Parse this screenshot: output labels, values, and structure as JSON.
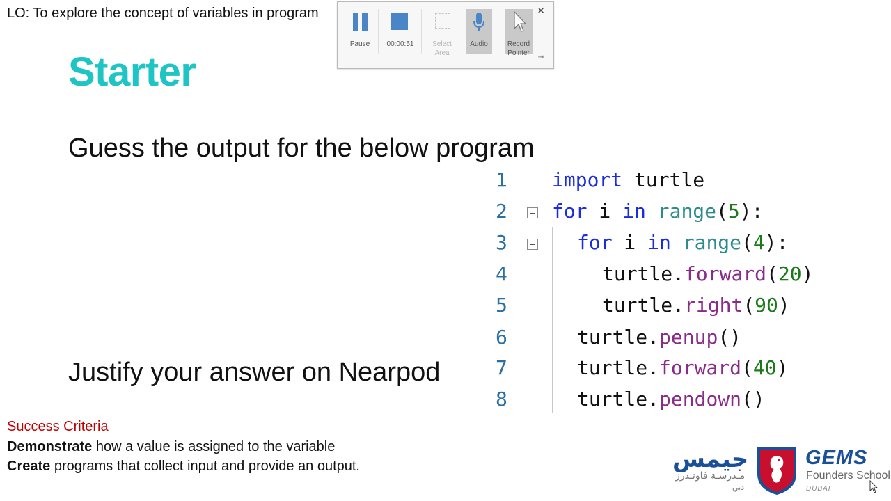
{
  "slide": {
    "lo": "LO: To explore the concept of variables in program",
    "title": "Starter",
    "guess_text": "Guess the output for the below program",
    "justify_text": "Justify your answer on Nearpod"
  },
  "recorder": {
    "pause_label": "Pause",
    "timer": "00:00:51",
    "select_area_label_1": "Select",
    "select_area_label_2": "Area",
    "audio_label": "Audio",
    "record_pointer_label_1": "Record",
    "record_pointer_label_2": "Pointer"
  },
  "code": {
    "lines": [
      {
        "n": "1",
        "parts": [
          {
            "t": "import",
            "c": "kw"
          },
          {
            "t": " turtle",
            "c": "plain"
          }
        ]
      },
      {
        "n": "2",
        "parts": [
          {
            "t": "for",
            "c": "kw"
          },
          {
            "t": " i ",
            "c": "plain"
          },
          {
            "t": "in",
            "c": "kw"
          },
          {
            "t": " ",
            "c": "plain"
          },
          {
            "t": "range",
            "c": "fn"
          },
          {
            "t": "(",
            "c": "plain"
          },
          {
            "t": "5",
            "c": "num"
          },
          {
            "t": "):",
            "c": "plain"
          }
        ]
      },
      {
        "n": "3",
        "parts": [
          {
            "t": "for",
            "c": "kw"
          },
          {
            "t": " i ",
            "c": "plain"
          },
          {
            "t": "in",
            "c": "kw"
          },
          {
            "t": " ",
            "c": "plain"
          },
          {
            "t": "range",
            "c": "fn"
          },
          {
            "t": "(",
            "c": "plain"
          },
          {
            "t": "4",
            "c": "num"
          },
          {
            "t": "):",
            "c": "plain"
          }
        ]
      },
      {
        "n": "4",
        "parts": [
          {
            "t": "turtle.",
            "c": "plain"
          },
          {
            "t": "forward",
            "c": "meth"
          },
          {
            "t": "(",
            "c": "plain"
          },
          {
            "t": "20",
            "c": "num"
          },
          {
            "t": ")",
            "c": "plain"
          }
        ]
      },
      {
        "n": "5",
        "parts": [
          {
            "t": "turtle.",
            "c": "plain"
          },
          {
            "t": "right",
            "c": "meth"
          },
          {
            "t": "(",
            "c": "plain"
          },
          {
            "t": "90",
            "c": "num"
          },
          {
            "t": ")",
            "c": "plain"
          }
        ]
      },
      {
        "n": "6",
        "parts": [
          {
            "t": "turtle.",
            "c": "plain"
          },
          {
            "t": "penup",
            "c": "meth"
          },
          {
            "t": "()",
            "c": "plain"
          }
        ]
      },
      {
        "n": "7",
        "parts": [
          {
            "t": "turtle.",
            "c": "plain"
          },
          {
            "t": "forward",
            "c": "meth"
          },
          {
            "t": "(",
            "c": "plain"
          },
          {
            "t": "40",
            "c": "num"
          },
          {
            "t": ")",
            "c": "plain"
          }
        ]
      },
      {
        "n": "8",
        "parts": [
          {
            "t": "turtle.",
            "c": "plain"
          },
          {
            "t": "pendown",
            "c": "meth"
          },
          {
            "t": "()",
            "c": "plain"
          }
        ]
      }
    ]
  },
  "success_criteria": {
    "heading": "Success Criteria",
    "item1_bold": "Demonstrate",
    "item1_rest": " how a value is assigned to the variable",
    "item2_bold": "Create",
    "item2_rest": " programs that collect input and provide an output."
  },
  "logo": {
    "arabic_name": "جيمس",
    "arabic_sub": "مـدرسـة فاونـدرز",
    "arabic_city": "دبي",
    "brand": "GEMS",
    "school": "Founders School",
    "city": "DUBAI"
  },
  "colors": {
    "title": "#1fc4c4",
    "criteria_heading": "#c00000",
    "brand_blue": "#1a4f9a",
    "recorder_blue": "#4a86c7"
  }
}
